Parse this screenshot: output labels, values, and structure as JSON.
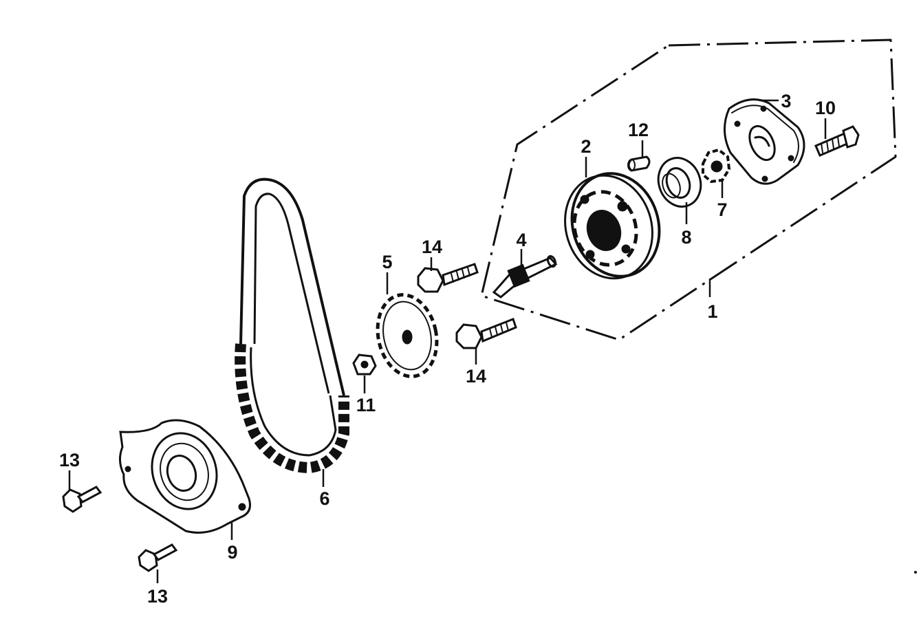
{
  "callouts": {
    "c1": "1",
    "c2": "2",
    "c3": "3",
    "c4": "4",
    "c5": "5",
    "c6": "6",
    "c7": "7",
    "c8": "8",
    "c9": "9",
    "c10": "10",
    "c11": "11",
    "c12": "12",
    "c13a": "13",
    "c13b": "13",
    "c14a": "14",
    "c14b": "14"
  },
  "colors": {
    "ink": "#111111",
    "paper": "#ffffff"
  }
}
